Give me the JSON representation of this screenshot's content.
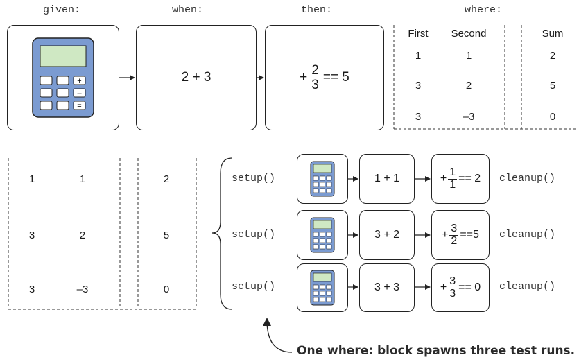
{
  "top": {
    "labels": {
      "given": "given:",
      "when": "when:",
      "then": "then:",
      "where": "where:"
    },
    "when_expr": "2 + 3",
    "then_expr": {
      "plus": "+",
      "num": "2",
      "den": "3",
      "rest": "== 5"
    },
    "calc_keys": [
      "+",
      "–",
      "="
    ]
  },
  "where_table": {
    "headers": [
      "First",
      "Second",
      "Sum"
    ],
    "rows": [
      [
        "1",
        "1",
        "2"
      ],
      [
        "3",
        "2",
        "5"
      ],
      [
        "3",
        "–3",
        "0"
      ]
    ]
  },
  "runs": [
    {
      "setup": "setup()",
      "when": "1 + 1",
      "plus": "+",
      "num": "1",
      "den": "1",
      "rest": "== 2",
      "cleanup": "cleanup()"
    },
    {
      "setup": "setup()",
      "when": "3 + 2",
      "plus": "+",
      "num": "3",
      "den": "2",
      "rest": "==5",
      "cleanup": "cleanup()"
    },
    {
      "setup": "setup()",
      "when": "3 + 3",
      "plus": "+",
      "num": "3",
      "den": "3",
      "rest": "== 0",
      "cleanup": "cleanup()"
    }
  ],
  "caption": "One where: block spawns three test runs.",
  "colors": {
    "calc_body": "#7b9bd1",
    "calc_screen": "#cfe8c3",
    "calc_keys": "#ffffff",
    "stroke": "#222222"
  }
}
